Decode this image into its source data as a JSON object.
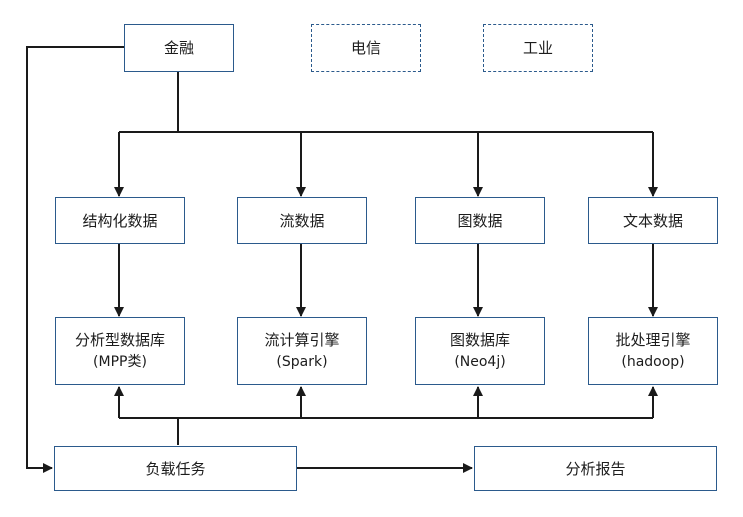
{
  "nodes": {
    "finance": "金融",
    "telecom": "电信",
    "industry": "工业",
    "structured_data": "结构化数据",
    "stream_data": "流数据",
    "graph_data": "图数据",
    "text_data": "文本数据",
    "analytic_db": {
      "line1": "分析型数据库",
      "line2": "(MPP类)"
    },
    "stream_engine": {
      "line1": "流计算引擎",
      "line2": "(Spark)"
    },
    "graph_db": {
      "line1": "图数据库",
      "line2": "(Neo4j)"
    },
    "batch_engine": {
      "line1": "批处理引擎",
      "line2": "(hadoop)"
    },
    "workload": "负载任务",
    "report": "分析报告"
  },
  "colors": {
    "box_border": "#2b5a8c",
    "connector": "#1a1a1a"
  }
}
